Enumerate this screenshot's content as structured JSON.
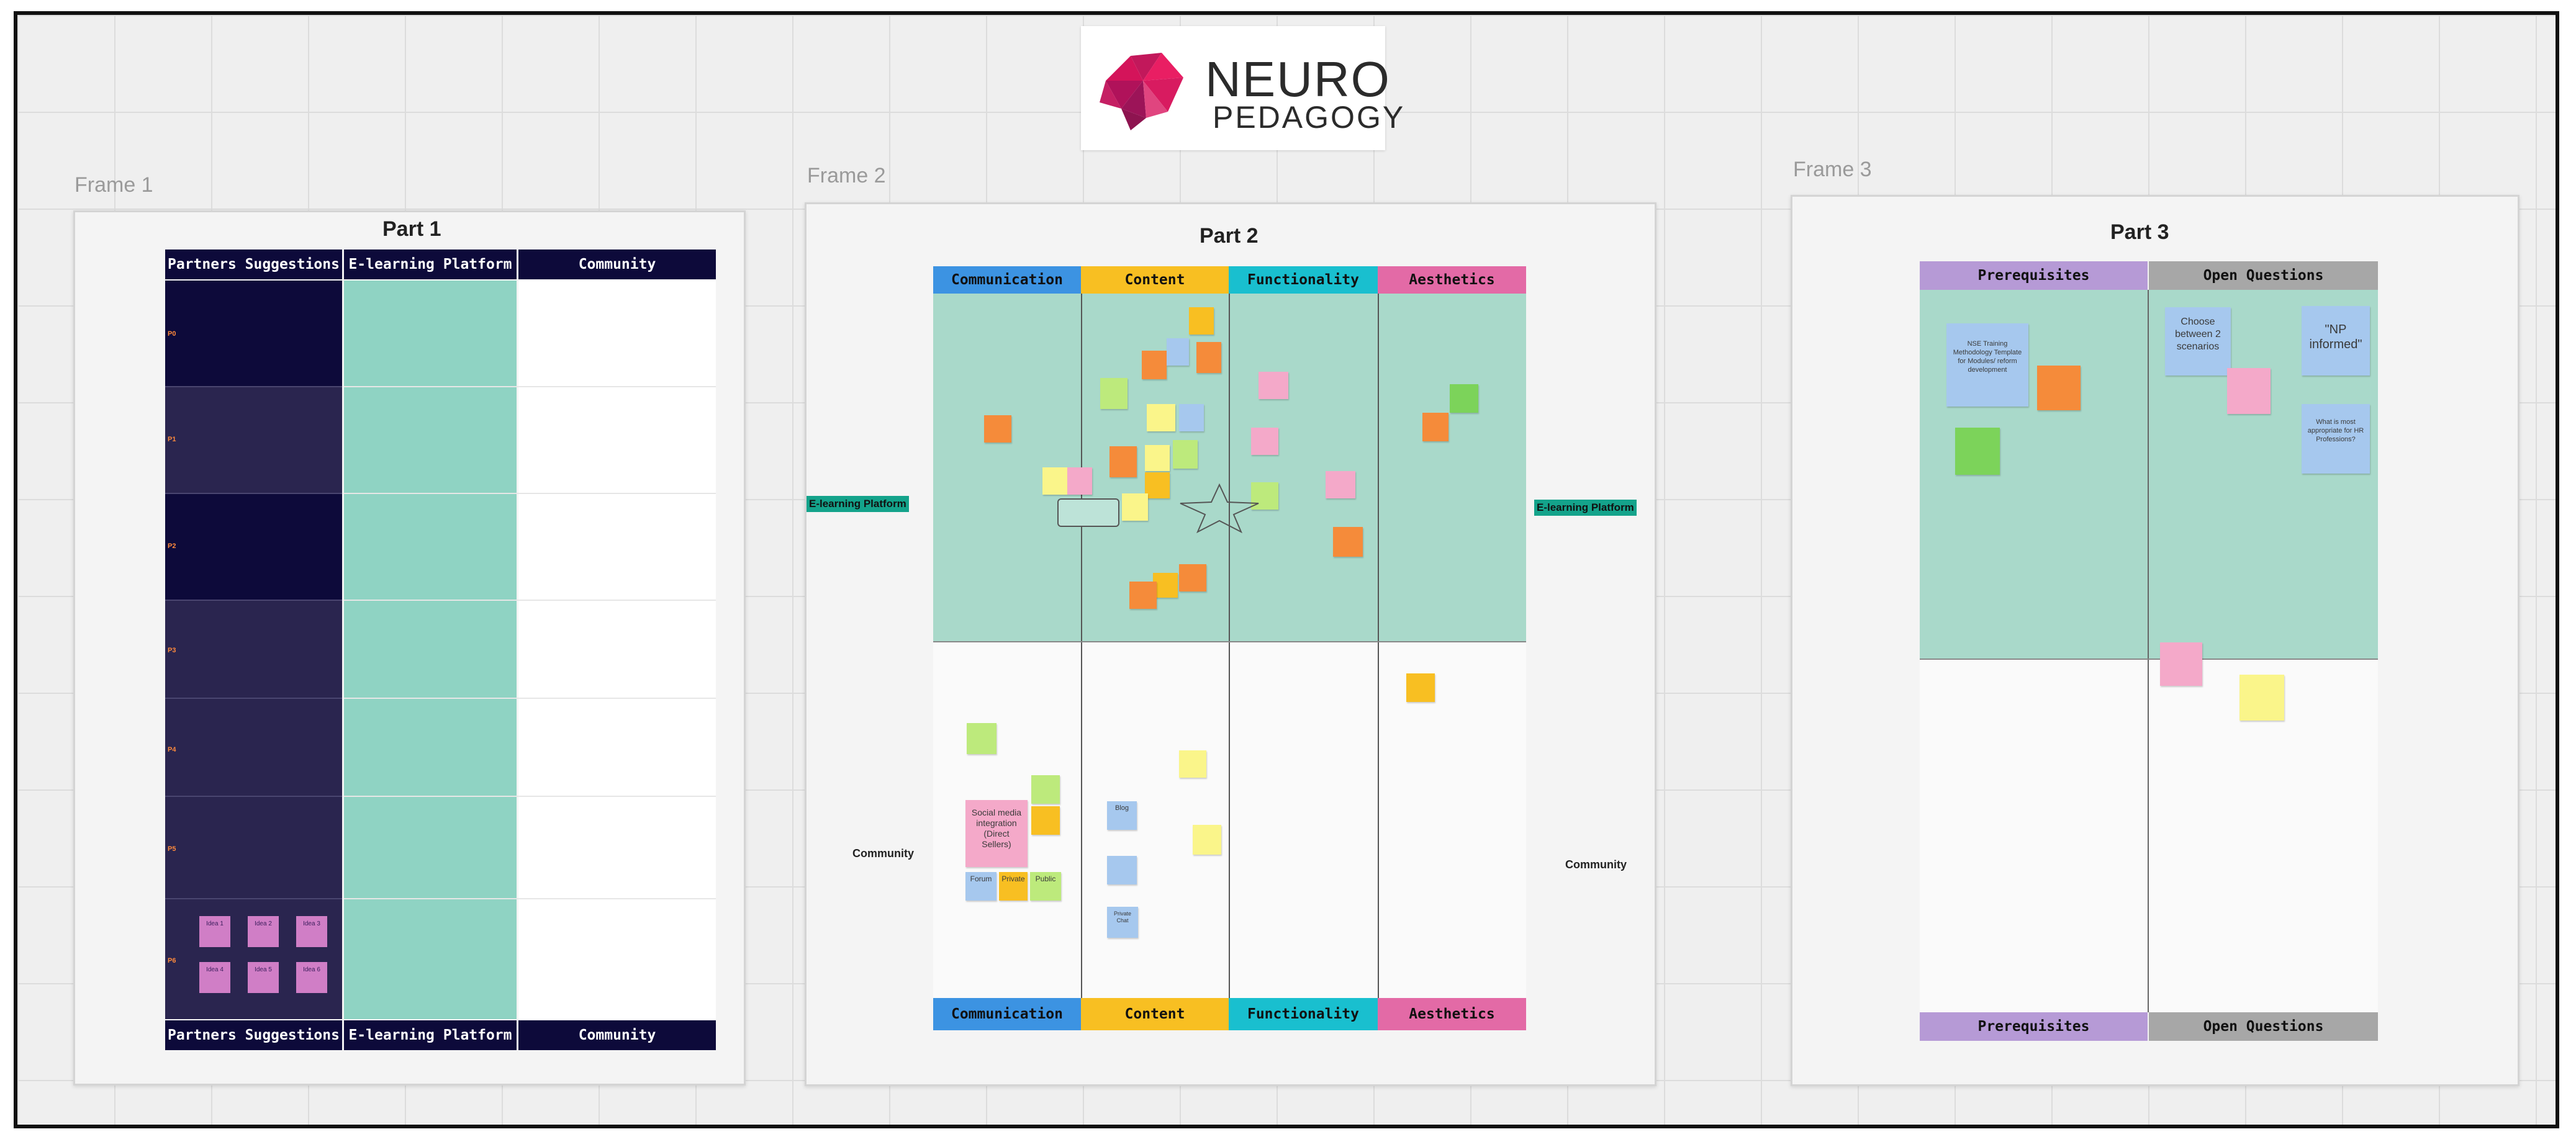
{
  "logo": {
    "line1": "NEURO",
    "line2": "PEDAGOGY"
  },
  "frames": [
    {
      "label": "Frame 1",
      "title": "Part 1"
    },
    {
      "label": "Frame 2",
      "title": "Part 2"
    },
    {
      "label": "Frame 3",
      "title": "Part 3"
    }
  ],
  "part1": {
    "headers": [
      "Partners Suggestions",
      "E-learning Platform",
      "Community"
    ],
    "rows": [
      "P0",
      "P1",
      "P2",
      "P3",
      "P4",
      "P5",
      "P6"
    ],
    "ideas": [
      "Idea 1",
      "Idea 2",
      "Idea 3",
      "Idea 4",
      "Idea 5",
      "Idea 6"
    ]
  },
  "part2": {
    "headers": [
      "Communication",
      "Content",
      "Functionality",
      "Aesthetics"
    ],
    "left_tag": "E-learning Platform",
    "right_tag": "E-learning Platform",
    "left_community": "Community",
    "right_community": "Community",
    "notes": {
      "social": "Social media integration (Direct Sellers)",
      "forum": "Forum",
      "private": "Private",
      "public": "Public",
      "private_chat": "Private Chat",
      "blog": "Blog"
    }
  },
  "part3": {
    "headers": [
      "Prerequisites",
      "Open Questions"
    ],
    "notes": {
      "choose": "Choose between 2 scenarios",
      "informed": "\"NP informed\"",
      "appropriate": "What is most appropriate for HR Professions?",
      "training": "NSE Training Methodology Template for Modules/ reform development"
    }
  },
  "colors": {
    "dark_navy": "#0d0a3a",
    "navy_row": "#2a254f",
    "mint": "#8fd3c3",
    "teal_zone": "#a9d9ca",
    "communication": "#3c93e2",
    "content": "#f8bf22",
    "functionality": "#19bfcf",
    "aesthetics": "#e36aa6",
    "prerequisites": "#b69ad6",
    "open_questions": "#a7a7a7"
  }
}
